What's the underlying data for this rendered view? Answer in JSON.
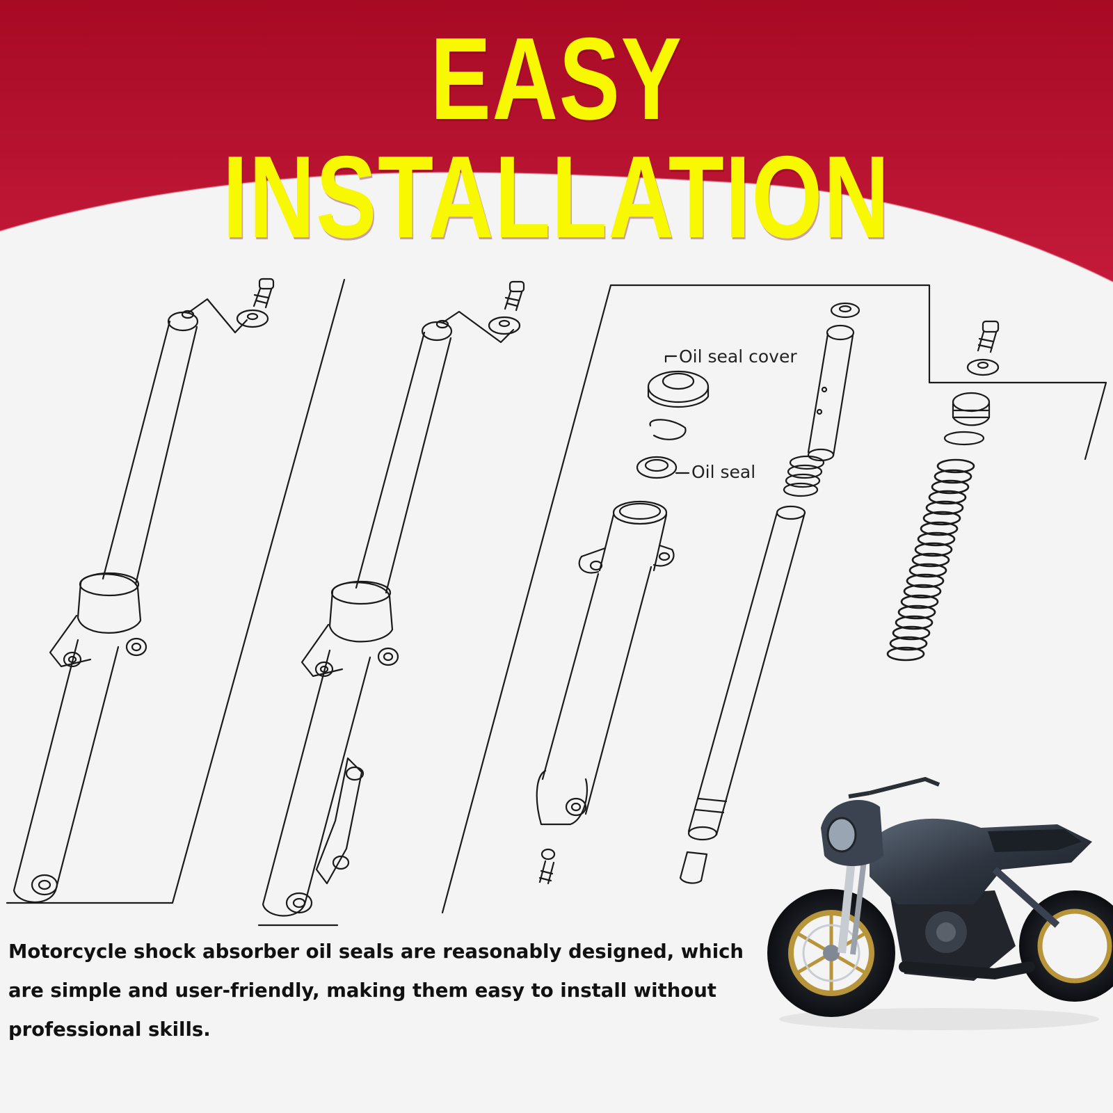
{
  "banner": {
    "title": "EASY INSTALLATION",
    "title_color": "#f8f800",
    "background_color": "#b01030"
  },
  "diagram": {
    "labels": {
      "oil_seal_cover": "Oil seal cover",
      "oil_seal": "Oil seal"
    }
  },
  "description": "Motorcycle shock absorber oil seals are reasonably designed, which are simple and user-friendly, making them easy to install without professional skills.",
  "photo": {
    "icon": "motorcycle-photo",
    "colors": {
      "body": "#2e3540",
      "rim": "#b8943a"
    }
  }
}
